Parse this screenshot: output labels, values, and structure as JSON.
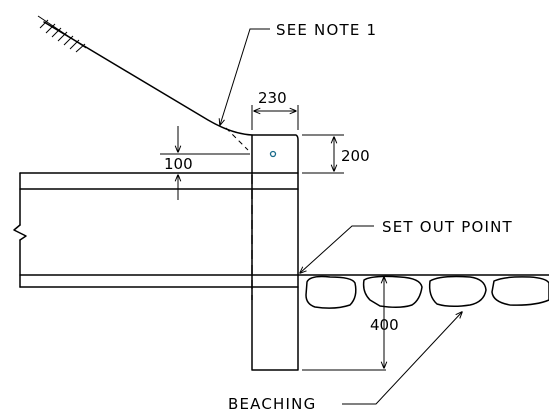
{
  "annotations": {
    "see_note": "SEE NOTE 1",
    "set_out_point": "SET OUT POINT",
    "beaching": "BEACHING"
  },
  "dimensions": {
    "wall_width": "230",
    "wall_upstand": "200",
    "offset_100": "100",
    "beaching_depth": "400"
  },
  "colors": {
    "line": "#000000",
    "marker": "#1a6b8a"
  }
}
